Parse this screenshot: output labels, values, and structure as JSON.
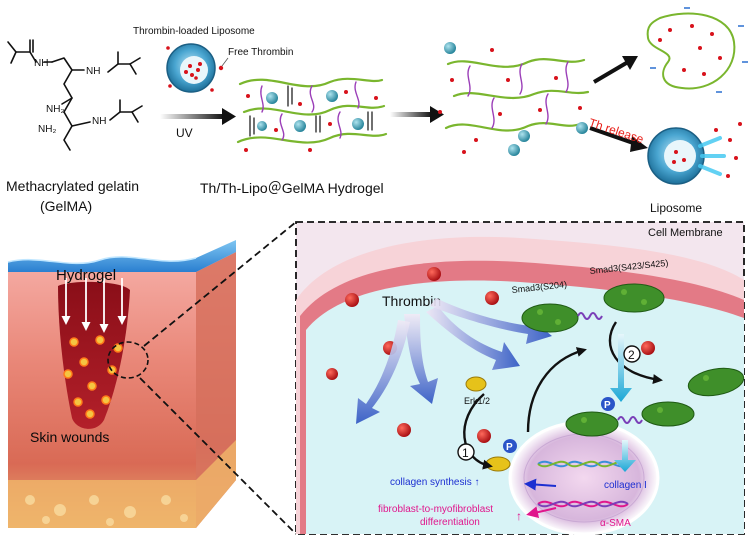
{
  "top": {
    "nh_label": "NH",
    "nh2_label": "NH₂",
    "gelma_name": "Methacrylated gelatin",
    "gelma_abbrev": "(GelMA)",
    "liposome_loaded_label": "Thrombin-loaded Liposome",
    "free_thrombin_label": "Free Thrombin",
    "uv_label": "UV",
    "hydrogel_title": "Th/Th-Lipo＠GelMA Hydrogel",
    "th_release_label": "Th release",
    "liposome_label": "Liposome"
  },
  "bottom": {
    "hydrogel_label": "Hydrogel",
    "skin_wounds_label": "Skin wounds",
    "cell_membrane_label": "Cell Membrane",
    "thrombin_label": "Thrombin",
    "smad3_s204_label": "Smad3(S204)",
    "smad3_s423_label": "Smad3(S423/S425)",
    "erk_label": "Erk1/2",
    "p_label": "P",
    "step1_label": "1",
    "step2_label": "2",
    "collagen_synthesis_label": "collagen synthesis ↑",
    "fibro_line1": "fibroblast-to-myofibroblast",
    "fibro_line2": "differentiation",
    "fibro_arrow": "↑",
    "collagen_i_label": "collagen I",
    "asma_label": "α-SMA"
  },
  "colors": {
    "gelatin_green": "#7ab62e",
    "crosslink_purple": "#9b3fb8",
    "thrombin_red": "#d8121b",
    "liposome_blue": "#3a8fb8",
    "th_release_red": "#e8201a",
    "collagen_synthesis_blue": "#1c2fd1",
    "fibro_magenta": "#e0168c",
    "cell_fill": "#d8f3f6",
    "membrane_pink": "#e37a86"
  }
}
